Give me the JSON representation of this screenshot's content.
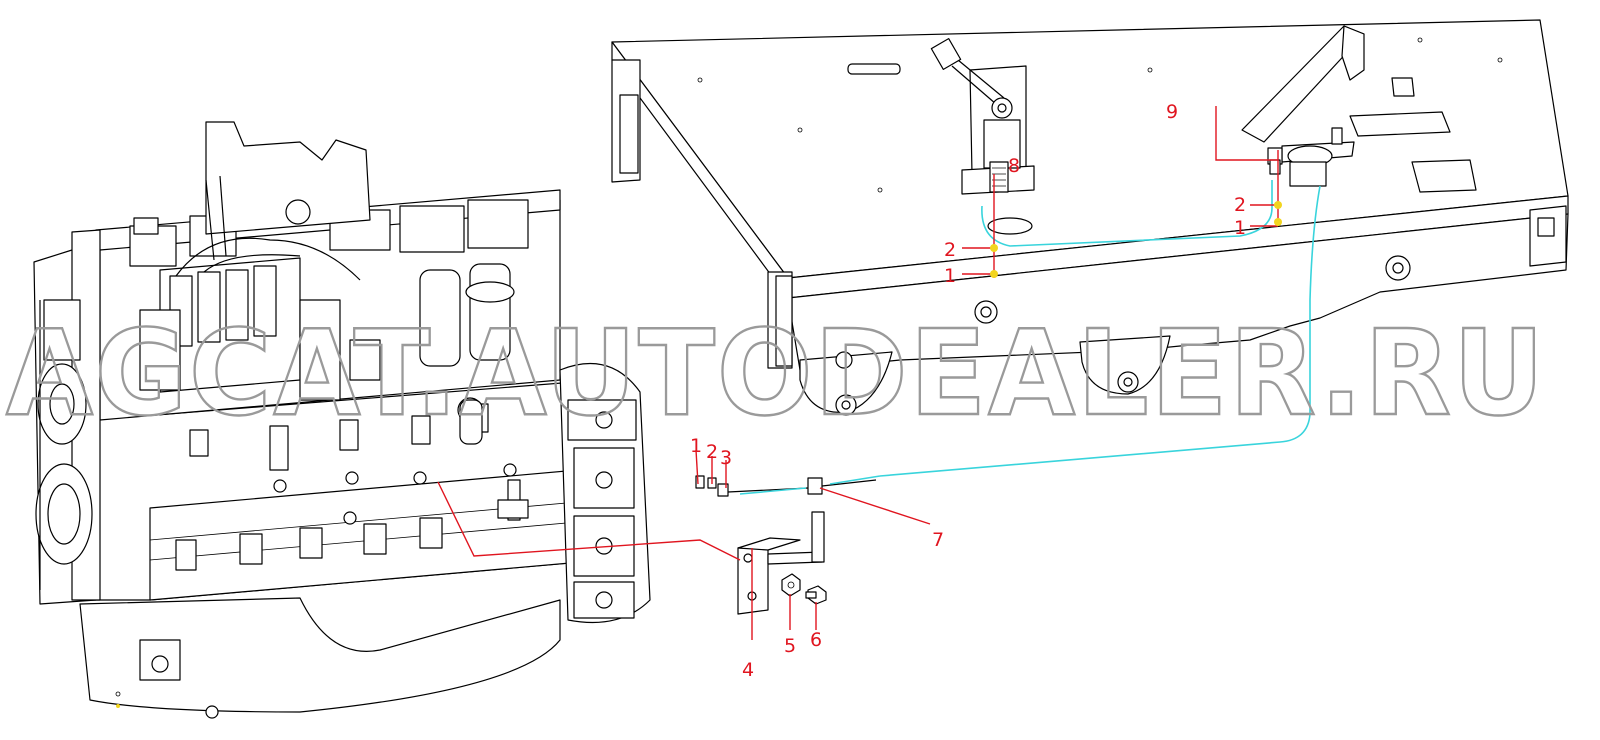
{
  "watermark": "AGCAT.AUTODEALER.RU",
  "colors": {
    "cable": "#39d4dc",
    "leader": "#e0151f",
    "marker": "#f2d51e",
    "outline": "#000000"
  },
  "callouts": [
    {
      "id": "c1a",
      "label": "1"
    },
    {
      "id": "c2a",
      "label": "2"
    },
    {
      "id": "c1b",
      "label": "1"
    },
    {
      "id": "c2b",
      "label": "2"
    },
    {
      "id": "c8",
      "label": "8"
    },
    {
      "id": "c9",
      "label": "9"
    },
    {
      "id": "c1c",
      "label": "1"
    },
    {
      "id": "c2c",
      "label": "2"
    },
    {
      "id": "c3",
      "label": "3"
    },
    {
      "id": "c7",
      "label": "7"
    },
    {
      "id": "c4",
      "label": "4"
    },
    {
      "id": "c5",
      "label": "5"
    },
    {
      "id": "c6",
      "label": "6"
    }
  ]
}
